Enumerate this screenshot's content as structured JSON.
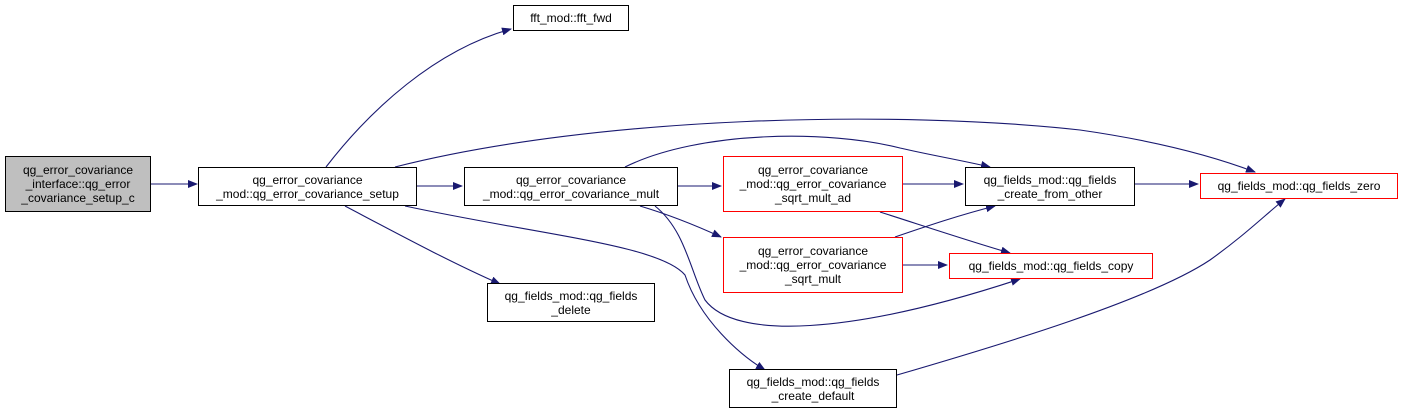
{
  "colors": {
    "edge": "#191970",
    "node_border": "#000000",
    "node_border_truncated": "#ff0000",
    "root_fill": "#bfbfbf",
    "node_fill": "#ffffff"
  },
  "nodes": {
    "setup_c": {
      "lines": [
        "qg_error_covariance",
        "_interface::qg_error",
        "_covariance_setup_c"
      ],
      "border": "black",
      "root": true
    },
    "setup": {
      "lines": [
        "qg_error_covariance",
        "_mod::qg_error_covariance_setup"
      ],
      "border": "black"
    },
    "fft_fwd": {
      "lines": [
        "fft_mod::fft_fwd"
      ],
      "border": "black"
    },
    "mult": {
      "lines": [
        "qg_error_covariance",
        "_mod::qg_error_covariance_mult"
      ],
      "border": "black"
    },
    "sqrt_mult_ad": {
      "lines": [
        "qg_error_covariance",
        "_mod::qg_error_covariance",
        "_sqrt_mult_ad"
      ],
      "border": "red"
    },
    "sqrt_mult": {
      "lines": [
        "qg_error_covariance",
        "_mod::qg_error_covariance",
        "_sqrt_mult"
      ],
      "border": "red"
    },
    "fields_delete": {
      "lines": [
        "qg_fields_mod::qg_fields",
        "_delete"
      ],
      "border": "black"
    },
    "create_default": {
      "lines": [
        "qg_fields_mod::qg_fields",
        "_create_default"
      ],
      "border": "black"
    },
    "create_from_other": {
      "lines": [
        "qg_fields_mod::qg_fields",
        "_create_from_other"
      ],
      "border": "black"
    },
    "fields_copy": {
      "lines": [
        "qg_fields_mod::qg_fields_copy"
      ],
      "border": "red"
    },
    "fields_zero": {
      "lines": [
        "qg_fields_mod::qg_fields_zero"
      ],
      "border": "red"
    }
  },
  "edges": [
    [
      "setup_c",
      "setup"
    ],
    [
      "setup",
      "fft_fwd"
    ],
    [
      "setup",
      "mult"
    ],
    [
      "setup",
      "fields_zero"
    ],
    [
      "setup",
      "fields_delete"
    ],
    [
      "setup",
      "create_default"
    ],
    [
      "mult",
      "sqrt_mult_ad"
    ],
    [
      "mult",
      "sqrt_mult"
    ],
    [
      "mult",
      "create_from_other"
    ],
    [
      "mult",
      "fields_copy"
    ],
    [
      "sqrt_mult_ad",
      "create_from_other"
    ],
    [
      "sqrt_mult_ad",
      "fields_copy"
    ],
    [
      "sqrt_mult",
      "create_from_other"
    ],
    [
      "sqrt_mult",
      "fields_copy"
    ],
    [
      "create_from_other",
      "fields_zero"
    ],
    [
      "create_default",
      "fields_zero"
    ]
  ]
}
